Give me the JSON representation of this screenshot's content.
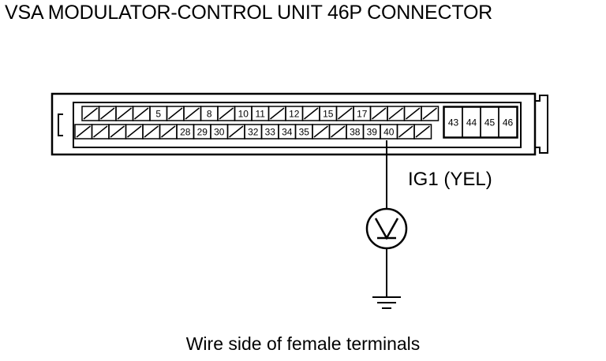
{
  "title": "VSA MODULATOR-CONTROL UNIT 46P CONNECTOR",
  "caption": "Wire side of female terminals",
  "wire_label": "IG1 (YEL)",
  "connector": {
    "top_row": [
      "",
      "",
      "",
      "",
      "5",
      "",
      "",
      "8",
      "",
      "10",
      "11",
      "",
      "12",
      "",
      "15",
      "",
      "17",
      "",
      "",
      "",
      ""
    ],
    "bottom_row": [
      "",
      "",
      "",
      "",
      "",
      "",
      "28",
      "29",
      "30",
      "",
      "32",
      "33",
      "34",
      "35",
      "",
      "",
      "38",
      "39",
      "40",
      "",
      ""
    ],
    "right_block": [
      "43",
      "44",
      "45",
      "46"
    ],
    "probed_terminal": "40"
  },
  "symbols": {
    "meter": "voltmeter-icon",
    "ground": "ground-icon"
  }
}
